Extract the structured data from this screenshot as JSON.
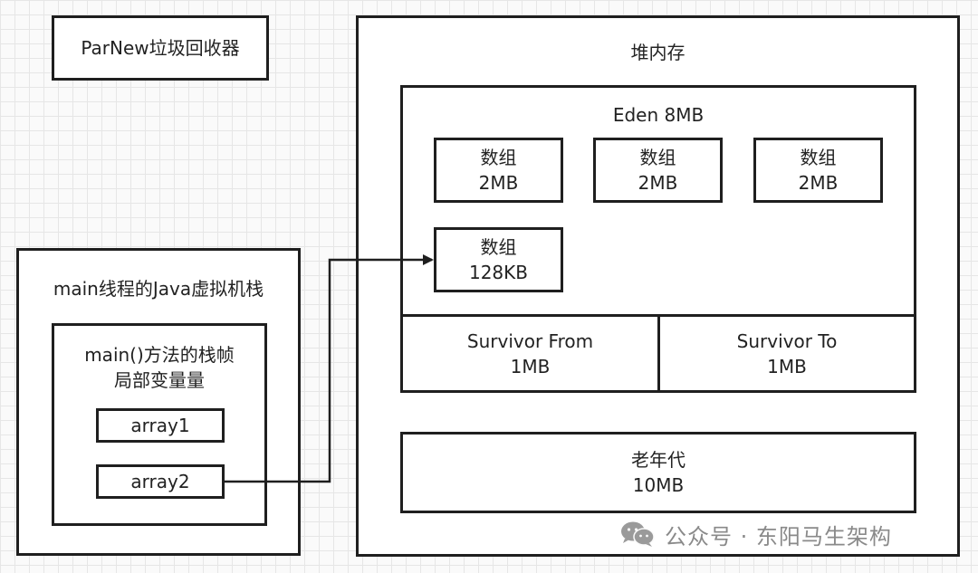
{
  "parnew": {
    "label": "ParNew垃圾回收器"
  },
  "heap": {
    "title": "堆内存",
    "eden": {
      "title": "Eden 8MB",
      "arrays": [
        {
          "line1": "数组",
          "line2": "2MB"
        },
        {
          "line1": "数组",
          "line2": "2MB"
        },
        {
          "line1": "数组",
          "line2": "2MB"
        },
        {
          "line1": "数组",
          "line2": "128KB"
        }
      ]
    },
    "survivor_from": {
      "line1": "Survivor From",
      "line2": "1MB"
    },
    "survivor_to": {
      "line1": "Survivor To",
      "line2": "1MB"
    },
    "old_gen": {
      "line1": "老年代",
      "line2": "10MB"
    }
  },
  "stack": {
    "title": "main线程的Java虚拟机栈",
    "frame": {
      "line1": "main()方法的栈帧",
      "line2": "局部变量量",
      "vars": [
        "array1",
        "array2"
      ]
    }
  },
  "watermark": {
    "text": "公众号 · 东阳马生架构",
    "icon": "wechat-icon"
  },
  "colors": {
    "border": "#1f1f1f",
    "grid": "#e6e6e6",
    "watermark": "#8a8a8a"
  }
}
